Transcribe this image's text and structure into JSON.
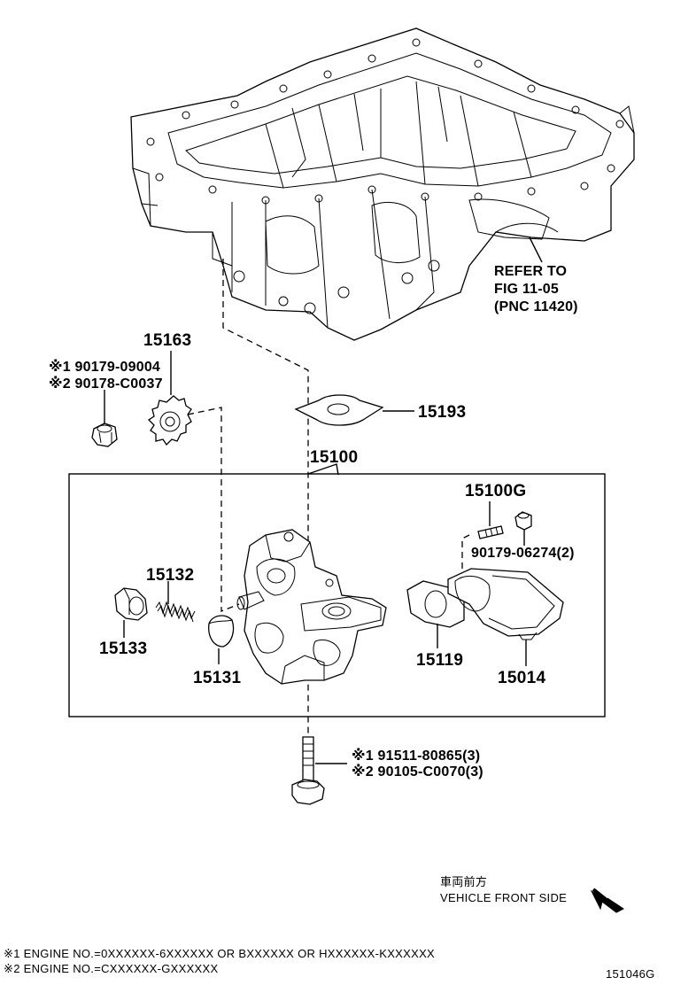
{
  "callouts": {
    "p15163": "15163",
    "p15193": "15193",
    "p15100": "15100",
    "p15100g": "15100G",
    "p15132": "15132",
    "p15133": "15133",
    "p15131": "15131",
    "p15119": "15119",
    "p15014": "15014",
    "nut_right": "90179-06274(2)",
    "nut_left_1": "※1 90179-09004",
    "nut_left_2": "※2 90178-C0037",
    "bolt_1": "※1 91511-80865(3)",
    "bolt_2": "※2 90105-C0070(3)"
  },
  "refer": {
    "line1": "REFER TO",
    "line2": "FIG 11-05",
    "line3": "(PNC 11420)"
  },
  "direction": {
    "jp": "車両前方",
    "en": "VEHICLE FRONT SIDE"
  },
  "footnotes": {
    "note1": "※1 ENGINE NO.=0XXXXXX-6XXXXXX OR BXXXXXX OR HXXXXXX-KXXXXXX",
    "note2": "※2 ENGINE NO.=CXXXXXX-GXXXXXX"
  },
  "figure_id": "151046G"
}
